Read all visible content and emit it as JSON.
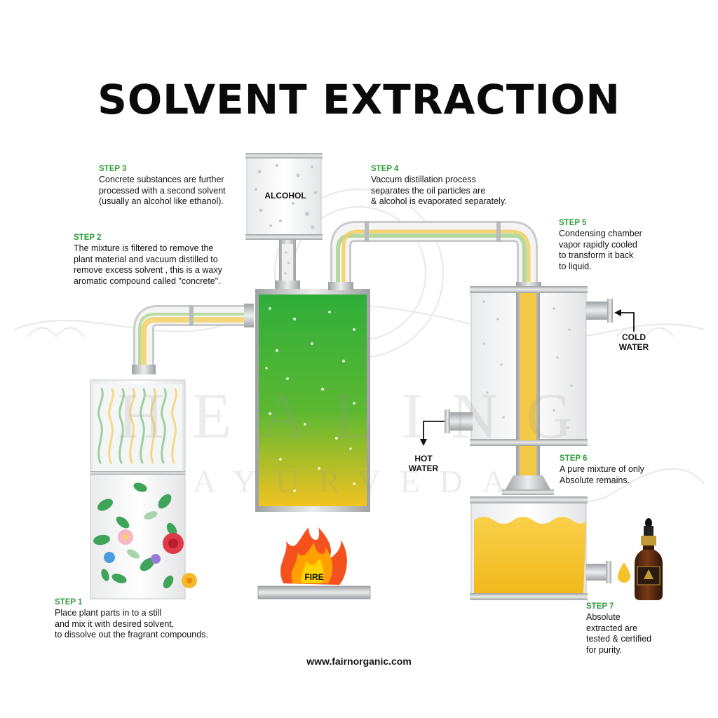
{
  "title": "SOLVENT EXTRACTION",
  "watermark": {
    "line1": "HEALING",
    "line2": "AYURVEDA"
  },
  "steps": [
    {
      "title": "STEP 1",
      "text": "Place plant parts in to a still\nand mix it with desired solvent,\nto dissolve out the fragrant compounds."
    },
    {
      "title": "STEP 2",
      "text": "The mixture is filtered to remove the\nplant material and vacuum distilled to\nremove excess solvent , this is a waxy\naromatic compound called \"concrete\"."
    },
    {
      "title": "STEP 3",
      "text": "Concrete substances are further\nprocessed with a second solvent\n(usually an alcohol like ethanol)."
    },
    {
      "title": "STEP 4",
      "text": "Vaccum distillation process\nseparates the oil particles are\n& alcohol is evaporated separately."
    },
    {
      "title": "STEP 5",
      "text": "Condensing chamber\nvapor rapidly cooled\nto transform it back\nto liquid."
    },
    {
      "title": "STEP 6",
      "text": "A pure mixture of only\nAbsolute remains."
    },
    {
      "title": "STEP 7",
      "text": "Absolute\nextracted are\ntested & certified\nfor purity."
    }
  ],
  "labels": {
    "alcohol": "ALCOHOL",
    "fire": "FIRE",
    "cold_water": "COLD\nWATER",
    "hot_water": "HOT\nWATER"
  },
  "colors": {
    "step_green": "#2e9d3a",
    "vessel_green": "#2fae3a",
    "vessel_yellow": "#f2c321",
    "oil": "#f6c232",
    "metal": "#b9bcbf",
    "flame_orange": "#f4511e",
    "flame_yellow": "#ffd200"
  },
  "website": "www.fairnorganic.com"
}
